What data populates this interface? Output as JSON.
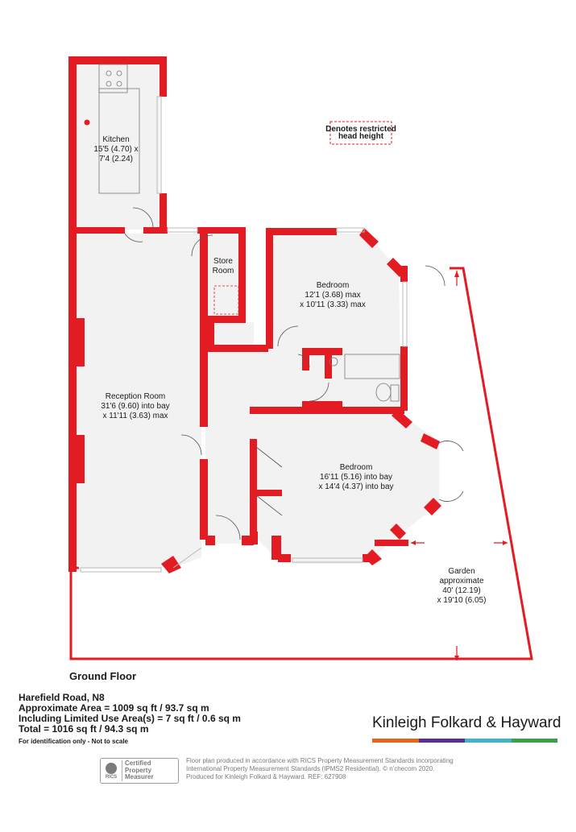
{
  "rooms": {
    "kitchen": {
      "name": "Kitchen",
      "line1": "15'5 (4.70) x",
      "line2": "7'4 (2.24)"
    },
    "store": {
      "line1": "Store",
      "line2": "Room"
    },
    "bedroom1": {
      "name": "Bedroom",
      "line1": "12'1 (3.68) max",
      "line2": "x 10'11 (3.33) max"
    },
    "reception": {
      "name": "Reception Room",
      "line1": "31'6 (9.60) into bay",
      "line2": "x 11'11 (3.63) max"
    },
    "bedroom2": {
      "name": "Bedroom",
      "line1": "16'11 (5.16) into bay",
      "line2": "x 14'4 (4.37) into bay"
    },
    "garden": {
      "name": "Garden",
      "line1": "approximate",
      "line2": "40' (12.19)",
      "line3": "x 19'10 (6.05)"
    }
  },
  "legend": {
    "line1": "Denotes restricted",
    "line2": "head height"
  },
  "floor_label": "Ground Floor",
  "property": {
    "address": "Harefield Road, N8",
    "approx_area": "Approximate Area = 1009 sq ft / 93.7 sq m",
    "limited_use": "Including Limited Use Area(s) = 7 sq ft / 0.6 sq m",
    "total": "Total = 1016 sq ft / 94.3 sq m",
    "note": "For identification only - Not to scale"
  },
  "brand": {
    "name": "Kinleigh Folkard & Hayward",
    "bar_colors": [
      "#e8641b",
      "#5c2e91",
      "#3fb6c8",
      "#3aa04a"
    ]
  },
  "certification": {
    "logo": "RICS",
    "line1": "Certified",
    "line2": "Property",
    "line3": "Measurer"
  },
  "disclaimer": {
    "line1": "Floor plan produced in accordance with RICS Property Measurement Standards incorporating",
    "line2": "International Property Measurement Standards (IPMS2 Residential).  © n'checom 2020.",
    "line3": "Produced for Kinleigh Folkard & Hayward.   REF: 627908"
  },
  "colors": {
    "wall": "#e31b23",
    "floor": "#f2f2f2",
    "text": "#1a1a1a"
  }
}
